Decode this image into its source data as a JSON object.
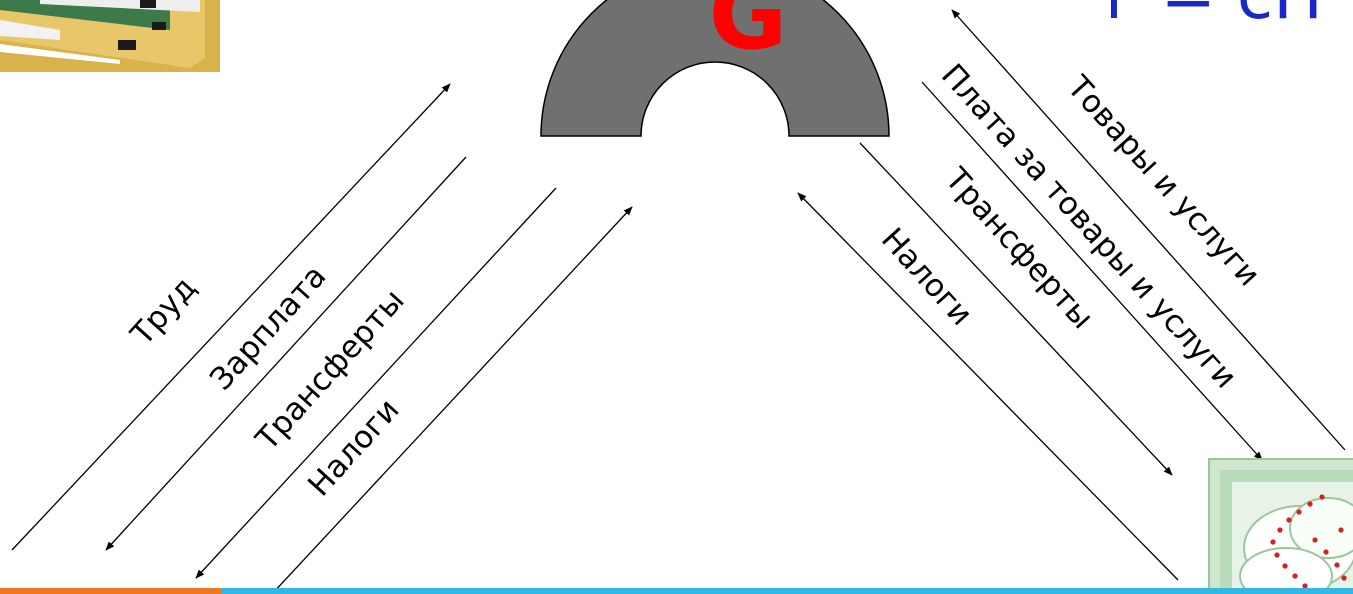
{
  "colors": {
    "government_shape": "#707070",
    "government_letter": "#ff0000",
    "corner_title": "#1a28c8",
    "bottom_bar_left": "#f07820",
    "bottom_bar_right": "#33b8e3",
    "arrows": "#000000"
  },
  "government": {
    "letter": "G"
  },
  "corner_title": {
    "visible_text": "г = сП"
  },
  "left_flows": [
    "Труд",
    "Зарплата",
    "Трансферты",
    "Налоги"
  ],
  "right_flows": [
    "Товары и услуги",
    "Плата за товары и услуги",
    "Трансферты",
    "Налоги"
  ],
  "images": {
    "top_left": "stack-of-folders-image",
    "bottom_right": "firms-logo-image"
  }
}
